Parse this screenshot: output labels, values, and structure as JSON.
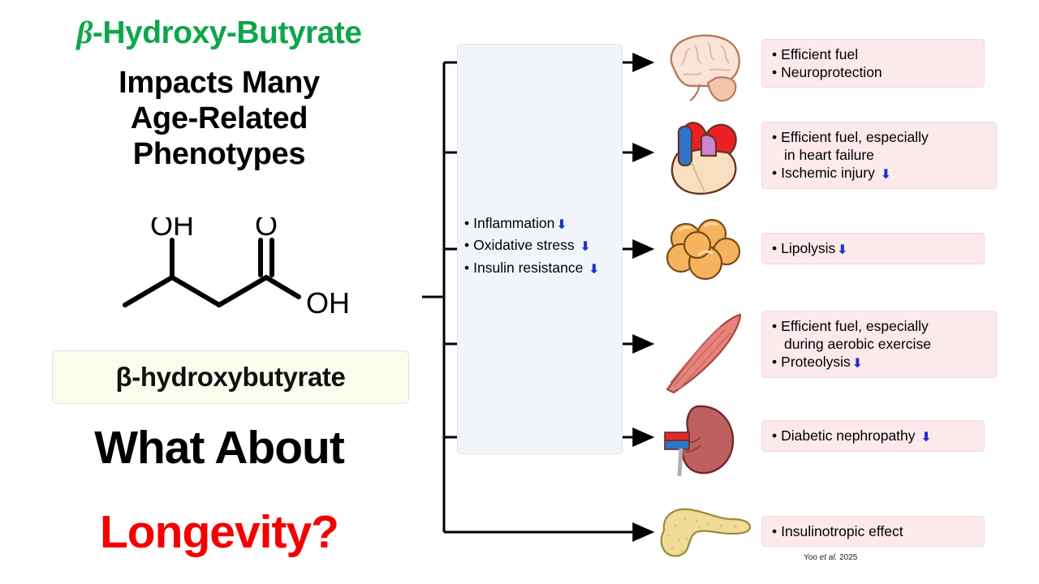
{
  "left_panel": {
    "title_green_beta": "β",
    "title_green_rest": "-Hydroxy-Butyrate",
    "title_black_lines": "Impacts Many\nAge-Related\nPhenotypes",
    "molecule": {
      "label_oh_top": "OH",
      "label_o_double": "O",
      "label_oh_acid": "OH"
    },
    "nameplate": "β-hydroxybutyrate",
    "question_line1": "What About",
    "question_line2": "Longevity?"
  },
  "center_box": {
    "items": [
      {
        "text": "Inflammation",
        "arrow": "down-arrow-icon"
      },
      {
        "text": "Oxidative stress",
        "arrow": "down-arrow-icon"
      },
      {
        "text": "Insulin resistance",
        "arrow": "down-arrow-icon"
      }
    ]
  },
  "rows": [
    {
      "organ": "brain-icon",
      "organ_name": "brain",
      "bullets": [
        {
          "lines": [
            "Efficient fuel"
          ],
          "arrow": null
        },
        {
          "lines": [
            "Neuroprotection"
          ],
          "arrow": null
        }
      ]
    },
    {
      "organ": "heart-icon",
      "organ_name": "heart",
      "bullets": [
        {
          "lines": [
            "Efficient fuel, especially",
            "in heart failure"
          ],
          "arrow": null
        },
        {
          "lines": [
            "Ischemic injury"
          ],
          "arrow": "down-arrow-icon"
        }
      ]
    },
    {
      "organ": "adipose-icon",
      "organ_name": "adipose tissue",
      "bullets": [
        {
          "lines": [
            "Lipolysis"
          ],
          "arrow": "down-arrow-icon"
        }
      ]
    },
    {
      "organ": "muscle-icon",
      "organ_name": "skeletal muscle",
      "bullets": [
        {
          "lines": [
            "Efficient fuel, especially",
            "during aerobic exercise"
          ],
          "arrow": null
        },
        {
          "lines": [
            "Proteolysis"
          ],
          "arrow": "down-arrow-icon"
        }
      ]
    },
    {
      "organ": "kidney-icon",
      "organ_name": "kidney",
      "bullets": [
        {
          "lines": [
            "Diabetic nephropathy"
          ],
          "arrow": "down-arrow-icon"
        }
      ]
    },
    {
      "organ": "pancreas-icon",
      "organ_name": "pancreas",
      "bullets": [
        {
          "lines": [
            "Insulinotropic effect"
          ],
          "arrow": null
        }
      ]
    }
  ],
  "credit": {
    "author": "Yoo ",
    "etal": "et al.",
    "year": " 2025"
  },
  "colors": {
    "title_green": "#0ea64a",
    "question_red": "#f50000",
    "label_bg": "#fbe9ec",
    "box_bg": "#f1f5fa",
    "arrow_blue": "#1f2fd0",
    "nameplate_bg": "#fbfbee"
  }
}
